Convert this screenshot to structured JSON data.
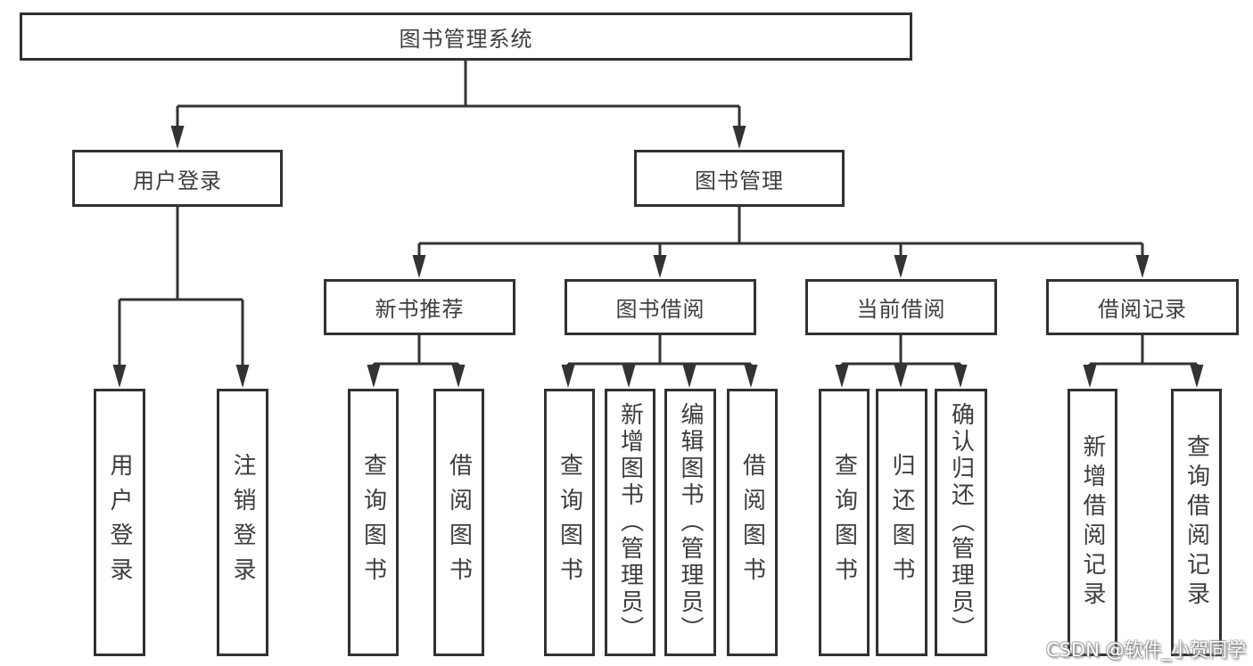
{
  "tree": {
    "root": {
      "label": "图书管理系统"
    },
    "branches": [
      {
        "label": "用户登录",
        "children": [
          {
            "label": "用户登录"
          },
          {
            "label": "注销登录"
          }
        ]
      },
      {
        "label": "图书管理",
        "children": [
          {
            "label": "新书推荐",
            "children": [
              {
                "label": "查询图书"
              },
              {
                "label": "借阅图书"
              }
            ]
          },
          {
            "label": "图书借阅",
            "children": [
              {
                "label": "查询图书"
              },
              {
                "label": "新增图书（管理员）"
              },
              {
                "label": "编辑图书（管理员）"
              },
              {
                "label": "借阅图书"
              }
            ]
          },
          {
            "label": "当前借阅",
            "children": [
              {
                "label": "查询图书"
              },
              {
                "label": "归还图书"
              },
              {
                "label": "确认归还（管理员）"
              }
            ]
          },
          {
            "label": "借阅记录",
            "children": [
              {
                "label": "新增借阅记录"
              },
              {
                "label": "查询借阅记录"
              }
            ]
          }
        ]
      }
    ]
  },
  "watermark": {
    "text": "CSDN @软件_小贺同学"
  },
  "colors": {
    "line": "#333333",
    "border": "#313131",
    "text": "#3d3d3d",
    "background": "#ffffff",
    "watermark_text": "#ffffff"
  }
}
